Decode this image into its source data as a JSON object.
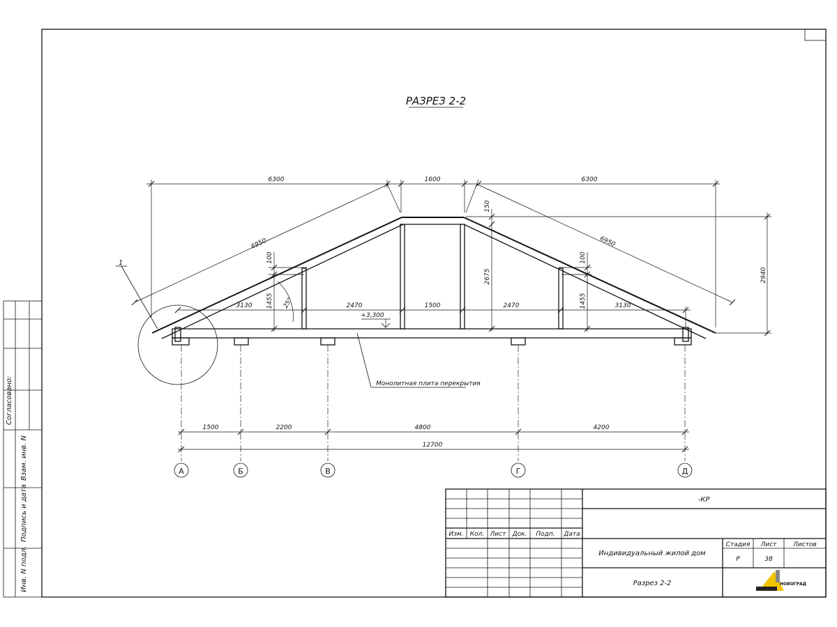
{
  "title": "РАЗРЕЗ 2-2",
  "dims": {
    "top_left": "6300",
    "top_mid": "1600",
    "top_right": "6300",
    "rafter_left": "6950",
    "rafter_right": "6950",
    "ridge_150": "150",
    "h_2675": "2675",
    "h_2940": "2940",
    "left_100": "100",
    "left_1455": "1455",
    "right_100": "100",
    "right_1455": "1455",
    "angle": "25°",
    "h_3130_left": "3130",
    "h_2470_left": "2470",
    "h_1500_mid": "1500",
    "h_2470_right": "2470",
    "h_3130_right": "3130",
    "level": "+3,300",
    "bottom_1500": "1500",
    "bottom_2200": "2200",
    "bottom_4800": "4800",
    "bottom_4200": "4200",
    "bottom_total": "12700"
  },
  "callout_number": "1",
  "slab_label": "Монолитная плита перекрытия",
  "axes": [
    "А",
    "Б",
    "В",
    "Г",
    "Д"
  ],
  "side_stamp": {
    "soglasovano": "Согласовано:",
    "vzam": "Взам. инв. N",
    "podpis": "Подпись и дата",
    "inv": "Инв. N подл."
  },
  "title_block": {
    "code": "-КР",
    "columns": [
      "Изм.",
      "Кол.",
      "Лист",
      "Док.",
      "Подп.",
      "Дата"
    ],
    "project": "Индивидуальный жилой дом",
    "sheet_name": "Разрез 2-2",
    "stage_label": "Стадия",
    "sheet_label": "Лист",
    "sheets_label": "Листов",
    "stage_value": "Р",
    "sheet_value": "38",
    "logo_text": "НОВОГРАД"
  }
}
